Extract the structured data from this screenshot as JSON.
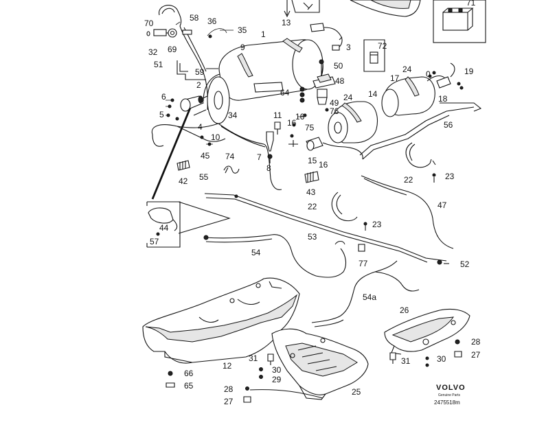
{
  "labels": {
    "l1": "1",
    "l2": "2",
    "l3": "3",
    "l4": "4",
    "l5": "5",
    "l6": "6",
    "l7": "7",
    "l8": "8",
    "l9": "9",
    "l10": "10",
    "l11": "11",
    "l12": "12",
    "l13": "13",
    "l14": "14",
    "l15": "15",
    "l16a": "16",
    "l16b": "16",
    "l16c": "16",
    "l17": "17",
    "l18": "18",
    "l19": "19",
    "l0": "0",
    "l22a": "22",
    "l22b": "22",
    "l23a": "23",
    "l23b": "23",
    "l24a": "24",
    "l24b": "24",
    "l25": "25",
    "l26": "26",
    "l27a": "27",
    "l27b": "27",
    "l28a": "28",
    "l28b": "28",
    "l29": "29",
    "l30a": "30",
    "l30b": "30",
    "l31a": "31",
    "l31b": "31",
    "l32": "32",
    "l34": "34",
    "l35": "35",
    "l36": "36",
    "l42": "42",
    "l43": "43",
    "l44": "44",
    "l45": "45",
    "l47": "47",
    "l48": "48",
    "l49": "49",
    "l50": "50",
    "l51": "51",
    "l52": "52",
    "l53": "53",
    "l54": "54",
    "l54a": "54a",
    "l55": "55",
    "l56": "56",
    "l57": "57",
    "l58": "58",
    "l59": "59",
    "l64": "64",
    "l65": "65",
    "l66": "66",
    "l69": "69",
    "l70": "70",
    "l71": "71",
    "l72": "72",
    "l74": "74",
    "l75": "75",
    "l76": "76",
    "l77": "77"
  },
  "branding": {
    "brand": "VOLVO",
    "subtitle": "Genuine Parts",
    "doc_number": "2475518m"
  }
}
